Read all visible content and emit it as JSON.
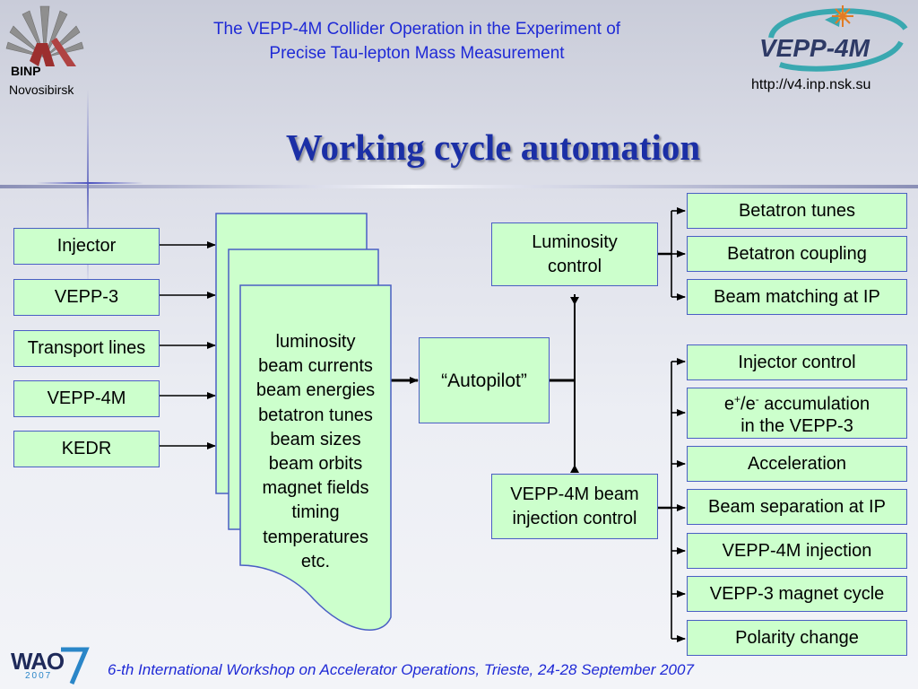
{
  "header": {
    "title_line1": "The VEPP-4M Collider Operation in the Experiment of",
    "title_line2": "Precise Tau-lepton Mass Measurement",
    "org": "BINP",
    "city": "Novosibirsk",
    "logo_text": "VEPP-4M",
    "url": "http://v4.inp.nsk.su"
  },
  "slide_title": "Working cycle automation",
  "sources": [
    "Injector",
    "VEPP-3",
    "Transport lines",
    "VEPP-4M",
    "KEDR"
  ],
  "parameters": [
    "luminosity",
    "beam currents",
    "beam energies",
    "betatron tunes",
    "beam sizes",
    "beam orbits",
    "magnet fields",
    "timing",
    "temperatures",
    "etc."
  ],
  "autopilot": "“Autopilot”",
  "luminosity_control": {
    "line1": "Luminosity",
    "line2": "control",
    "tasks": [
      "Betatron tunes",
      "Betatron coupling",
      "Beam matching at IP"
    ]
  },
  "injection_control": {
    "line1": "VEPP-4M beam",
    "line2": "injection control",
    "tasks": [
      "Injector control",
      "accumulation",
      "in the VEPP-3",
      "Acceleration",
      "Beam separation at IP",
      "VEPP-4M injection",
      "VEPP-3 magnet cycle",
      "Polarity change"
    ],
    "ee_e1": "e",
    "ee_s1": "+",
    "ee_mid": "/e",
    "ee_s2": "-"
  },
  "footer": {
    "workshop": "6-th International Workshop on Accelerator Operations, Trieste, 24-28 September 2007",
    "logo": "WAO",
    "logo_year": "2007"
  },
  "colors": {
    "box_fill": "#ccffcc",
    "box_border": "#4a5ec4",
    "title_blue": "#1f2ad6",
    "heading_blue": "#1b2fa6"
  }
}
